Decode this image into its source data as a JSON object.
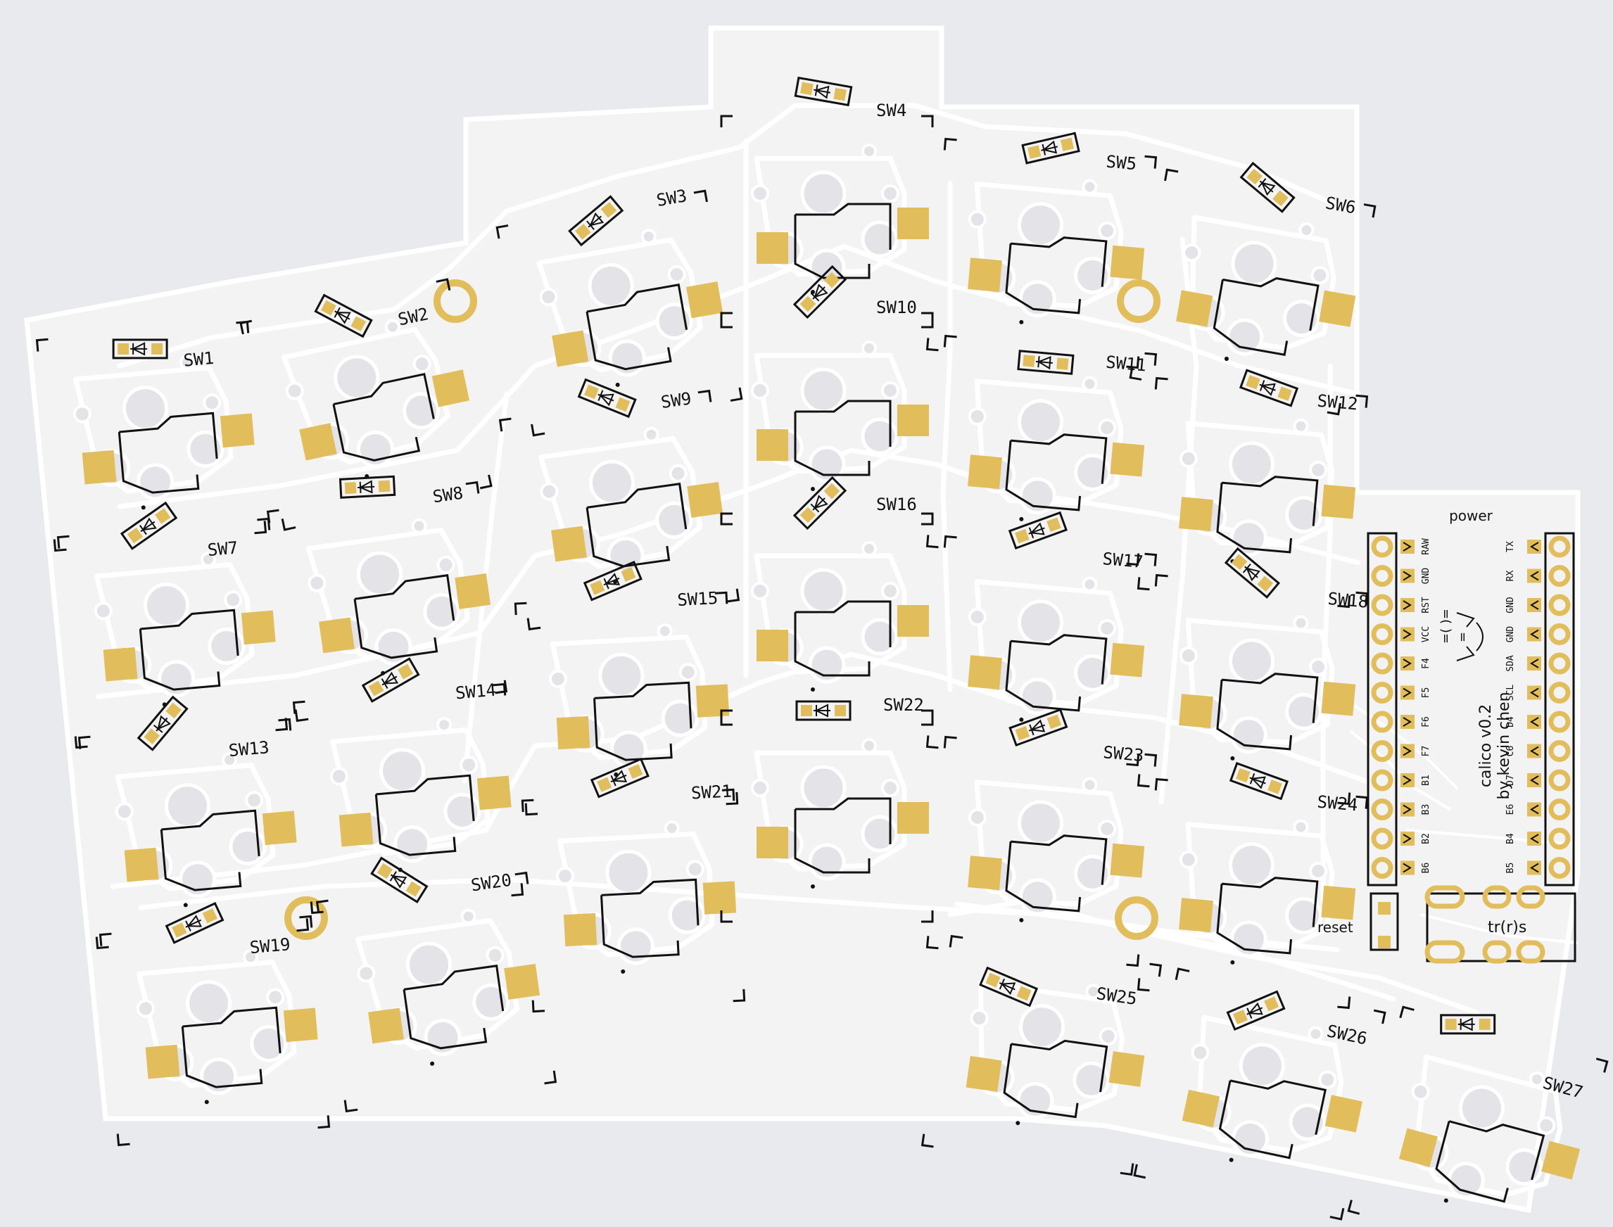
{
  "colors": {
    "background": "#e9eaed",
    "board": "#f3f3f3",
    "copper_pad": "#e2bd5c",
    "silkscreen": "#111111",
    "hole": "#e4e4e8",
    "trace": "#ffffff"
  },
  "switches": [
    {
      "label": "SW1"
    },
    {
      "label": "SW2"
    },
    {
      "label": "SW3"
    },
    {
      "label": "SW4"
    },
    {
      "label": "SW5"
    },
    {
      "label": "SW6"
    },
    {
      "label": "SW7"
    },
    {
      "label": "SW8"
    },
    {
      "label": "SW9"
    },
    {
      "label": "SW10"
    },
    {
      "label": "SW11"
    },
    {
      "label": "SW12"
    },
    {
      "label": "SW13"
    },
    {
      "label": "SW14"
    },
    {
      "label": "SW15"
    },
    {
      "label": "SW16"
    },
    {
      "label": "SW17"
    },
    {
      "label": "SW18"
    },
    {
      "label": "SW19"
    },
    {
      "label": "SW20"
    },
    {
      "label": "SW21"
    },
    {
      "label": "SW22"
    },
    {
      "label": "SW23"
    },
    {
      "label": "SW24"
    },
    {
      "label": "SW25"
    },
    {
      "label": "SW26"
    },
    {
      "label": "SW27"
    }
  ],
  "controller": {
    "title": "power",
    "left_pins": [
      "RAW",
      "GND",
      "RST",
      "VCC",
      "F4",
      "F5",
      "F6",
      "F7",
      "B1",
      "B3",
      "B2",
      "B6"
    ],
    "right_pins": [
      "TX",
      "RX",
      "GND",
      "GND",
      "SDA",
      "SCL",
      "D4",
      "C6",
      "D7",
      "E6",
      "B4",
      "B5"
    ]
  },
  "credit": {
    "line1": "calico v0.2",
    "line2": "by kevin chen"
  },
  "reset_label": "reset",
  "trrs_label": "tr(r)s",
  "icons": [
    "diode-icon",
    "cat-face-icon",
    "mounting-hole-icon"
  ]
}
